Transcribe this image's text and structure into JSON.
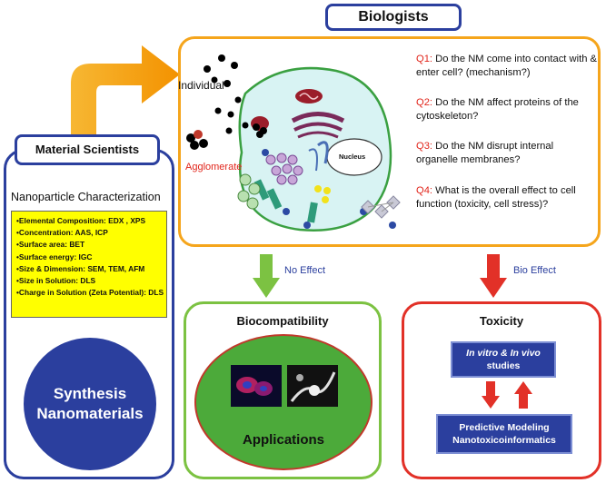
{
  "biologists": {
    "title": "Biologists"
  },
  "material_scientists": {
    "title": "Material Scientists",
    "subtitle": "Nanoparticle Characterization",
    "items": [
      "•Elemental Composition: EDX , XPS",
      "•Concentration: AAS, ICP",
      "•Surface area: BET",
      "•Surface energy: IGC",
      "•Size & Dimension: SEM, TEM, AFM",
      "•Size in Solution: DLS",
      "•Charge in Solution (Zeta Potential): DLS"
    ],
    "synthesis_line1": "Synthesis",
    "synthesis_line2": "Nanomaterials"
  },
  "cell": {
    "individual": "Individual",
    "agglomerate": "Agglomerate",
    "nucleus": "Nucleus"
  },
  "questions": [
    {
      "num": "Q1:",
      "text": " Do the NM come into contact with & enter cell? (mechanism?)"
    },
    {
      "num": "Q2:",
      "text": " Do the NM affect proteins of the cytoskeleton?"
    },
    {
      "num": "Q3:",
      "text": " Do the NM disrupt internal organelle membranes?"
    },
    {
      "num": "Q4:",
      "text": " What is the overall effect to cell function (toxicity, cell stress)?"
    }
  ],
  "arrows": {
    "no_effect": "No Effect",
    "bio_effect": "Bio Effect"
  },
  "biocompatibility": {
    "title": "Biocompatibility",
    "applications": "Applications"
  },
  "toxicity": {
    "title": "Toxicity",
    "studies_italic": "In vitro & In vivo",
    "studies_plain": "studies",
    "modeling_line1": "Predictive Modeling",
    "modeling_line2": "Nanotoxicoinformatics"
  },
  "colors": {
    "blue_border": "#2b3f9e",
    "orange": "#f5a51c",
    "green": "#7cc242",
    "red": "#e23128",
    "cell_fill": "#d8f3f3",
    "cell_outline": "#3aa041"
  }
}
